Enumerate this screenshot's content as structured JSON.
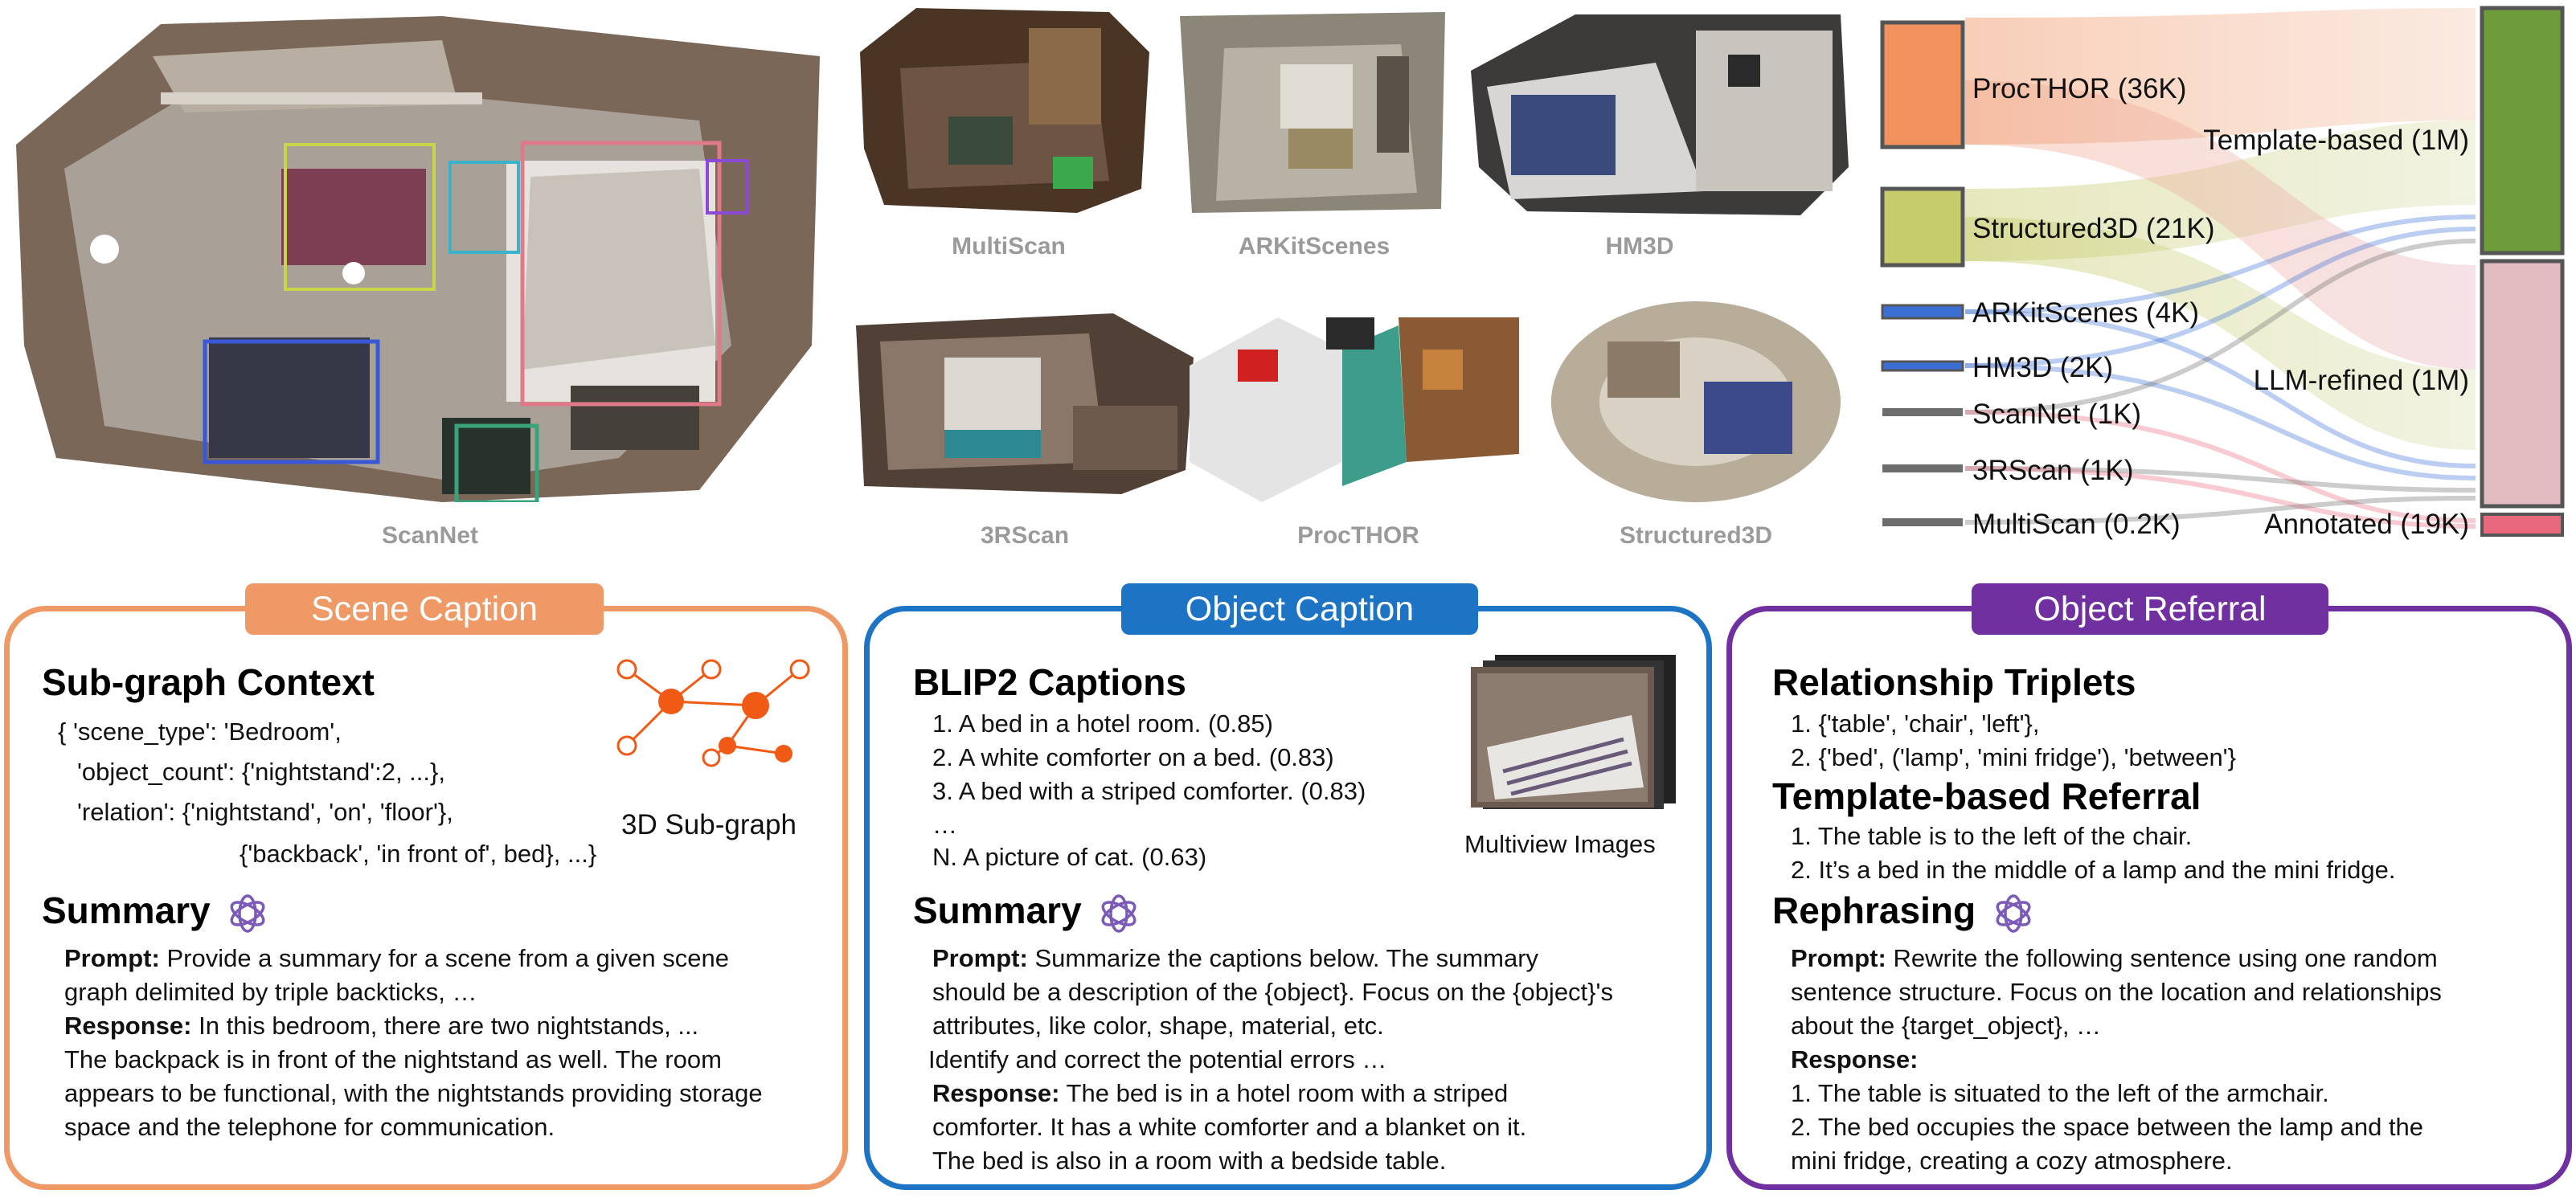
{
  "scenes": [
    {
      "id": "scannet",
      "label": "ScanNet"
    },
    {
      "id": "multiscan",
      "label": "MultiScan"
    },
    {
      "id": "arkitscenes",
      "label": "ARKitScenes"
    },
    {
      "id": "hm3d",
      "label": "HM3D"
    },
    {
      "id": "3rscan",
      "label": "3RScan"
    },
    {
      "id": "procthor",
      "label": "ProcTHOR"
    },
    {
      "id": "structured3d",
      "label": "Structured3D"
    }
  ],
  "sankey": {
    "sources": [
      {
        "label": "ProcTHOR (36K)",
        "color": "#f0915e"
      },
      {
        "label": "Structured3D (21K)",
        "color": "#c7cc6a"
      },
      {
        "label": "ARKitScenes (4K)",
        "color": "#3b6fd4"
      },
      {
        "label": "HM3D (2K)",
        "color": "#3b6fd4"
      },
      {
        "label": "ScanNet (1K)",
        "color": "#6d6d6d"
      },
      {
        "label": "3RScan (1K)",
        "color": "#6d6d6d"
      },
      {
        "label": "MultiScan (0.2K)",
        "color": "#6d6d6d"
      }
    ],
    "targets": [
      {
        "label": "Template-based (1M)",
        "color": "#6e9c3a"
      },
      {
        "label": "LLM-refined (1M)",
        "color": "#e3bcc2"
      },
      {
        "label": "Annotated (19K)",
        "color": "#e8697b"
      }
    ]
  },
  "scene_caption": {
    "title": "Scene Caption",
    "color": "#ef9a66",
    "heading": "Sub-graph Context",
    "context_lines": [
      "{ 'scene_type': 'Bedroom',",
      "'object_count': {'nightstand':2, ...},",
      "'relation': {'nightstand', 'on', 'floor'},",
      "{'backback', 'in front of', bed}, ...}"
    ],
    "graph_label": "3D Sub-graph",
    "summary_heading": "Summary",
    "prompt_label": "Prompt:",
    "prompt_lines": [
      "Provide a summary for a scene from a given scene",
      "graph delimited by triple backticks, …"
    ],
    "response_label": "Response:",
    "response_lines": [
      "In this bedroom, there are two nightstands, ...",
      "The backpack is in front of the nightstand as well. The room",
      "appears to be functional, with the nightstands providing storage",
      "space and the telephone for communication."
    ]
  },
  "object_caption": {
    "title": "Object Caption",
    "color": "#1d74c4",
    "heading": "BLIP2 Captions",
    "captions": [
      "1. A bed in a hotel room. (0.85)",
      "2. A white comforter on a bed. (0.83)",
      "3. A bed with a striped comforter. (0.83)",
      "…",
      "N. A picture of cat. (0.63)"
    ],
    "image_label": "Multiview Images",
    "summary_heading": "Summary",
    "prompt_label": "Prompt:",
    "prompt_lines": [
      "Summarize the captions below. The summary",
      "should be a description of the {object}. Focus on the {object}'s",
      "attributes, like color, shape, material, etc.",
      "Identify and correct the potential errors …"
    ],
    "response_label": "Response:",
    "response_lines": [
      "The bed is in a hotel room with a striped",
      "comforter. It has a white comforter and a blanket on it.",
      "The bed is also in a room with a bedside table."
    ]
  },
  "object_referral": {
    "title": "Object Referral",
    "color": "#7030a0",
    "heading": "Relationship Triplets",
    "triplets": [
      "1. {'table', 'chair', 'left'},",
      "2. {'bed', ('lamp', 'mini fridge'), 'between'}"
    ],
    "template_heading": "Template-based Referral",
    "template_lines": [
      "1. The table is to the left of the chair.",
      "2. It’s a bed in the middle of a lamp and the mini fridge."
    ],
    "rephrase_heading": "Rephrasing",
    "prompt_label": "Prompt:",
    "prompt_lines": [
      "Rewrite the following sentence using one random",
      "sentence structure. Focus on the location and relationships",
      "about the {target_object}, …"
    ],
    "response_label": "Response:",
    "response_lines": [
      "1. The table is situated to the left of the armchair.",
      "2. The bed occupies the space between the lamp and the",
      "mini fridge, creating a cozy atmosphere."
    ]
  }
}
